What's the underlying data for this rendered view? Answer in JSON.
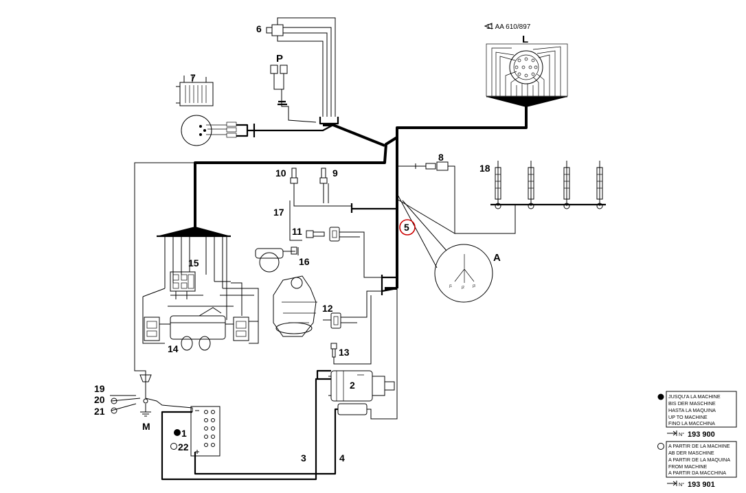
{
  "connector_label": "11 AA 610/897",
  "labels": {
    "L": "L",
    "P": "P",
    "A": "A",
    "M": "M",
    "c1": "1",
    "c2": "2",
    "c3": "3",
    "c4": "4",
    "c5": "5",
    "c6": "6",
    "c7": "7",
    "c8": "8",
    "c9": "9",
    "c10": "10",
    "c11": "11",
    "c12": "12",
    "c13": "13",
    "c14": "14",
    "c15": "15",
    "c16": "16",
    "c17": "17",
    "c18": "18",
    "c19": "19",
    "c20": "20",
    "c21": "21",
    "c22": "22"
  },
  "legend": {
    "until": {
      "lines": [
        "JUSQU'A LA MACHINE",
        "BIS DER MASCHINE",
        "HASTA LA MAQUINA",
        "UP TO MACHINE",
        "FINO LA MACCHINA"
      ],
      "number_prefix": "N°",
      "number": "193 900"
    },
    "from": {
      "lines": [
        "A PARTIR DE LA MACHINE",
        "AB DER MASCHINE",
        "A PARTIR DE LA MAQUINA",
        "FROM MACHINE",
        "A PARTIR DA MACCHINA"
      ],
      "number_prefix": "N°",
      "number": "193 901"
    }
  },
  "colors": {
    "line": "#000000",
    "highlight": "#cc0000",
    "background": "#ffffff"
  }
}
